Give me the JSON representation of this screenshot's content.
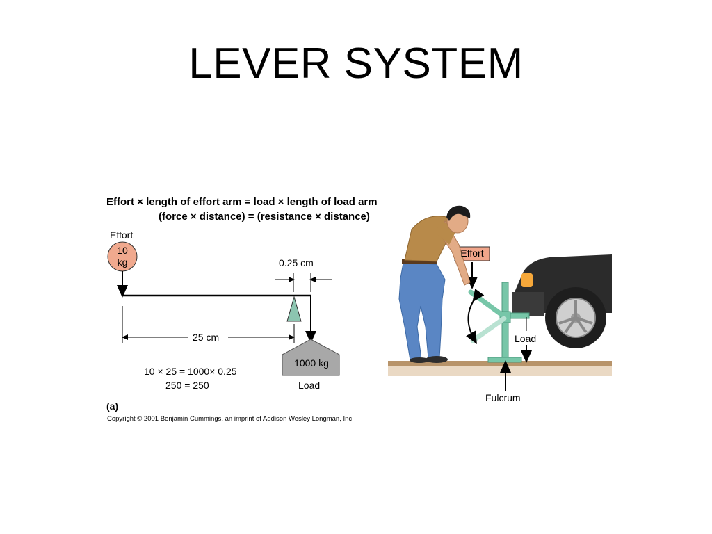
{
  "slide": {
    "title": "LEVER SYSTEM"
  },
  "equation": {
    "line1": "Effort × length of effort arm = load × length of load arm",
    "line2": "(force × distance) = (resistance × distance)"
  },
  "left_diagram": {
    "effort_label": "Effort",
    "effort_mass_value": "10",
    "effort_mass_unit": "kg",
    "load_arm_distance": "0.25 cm",
    "effort_arm_distance": "25 cm",
    "load_mass": "1000 kg",
    "load_label": "Load",
    "calc_line1": "10 × 25 = 1000× 0.25",
    "calc_line2": "250 = 250",
    "panel_label": "(a)"
  },
  "right_diagram": {
    "effort_label": "Effort",
    "load_label": "Load",
    "fulcrum_label": "Fulcrum"
  },
  "copyright": "Copyright © 2001 Benjamin Cummings, an imprint of Addison Wesley Longman, Inc.",
  "colors": {
    "effort_ball": "#f0a98e",
    "effort_tag": "#f1a58a",
    "fulcrum": "#8cc5b0",
    "load_box": "#a8a8a8",
    "ground": "#b8946a",
    "shirt": "#b88a4a",
    "jeans": "#5a86c4",
    "jack": "#77c6a8",
    "car": "#2b2b2b"
  }
}
